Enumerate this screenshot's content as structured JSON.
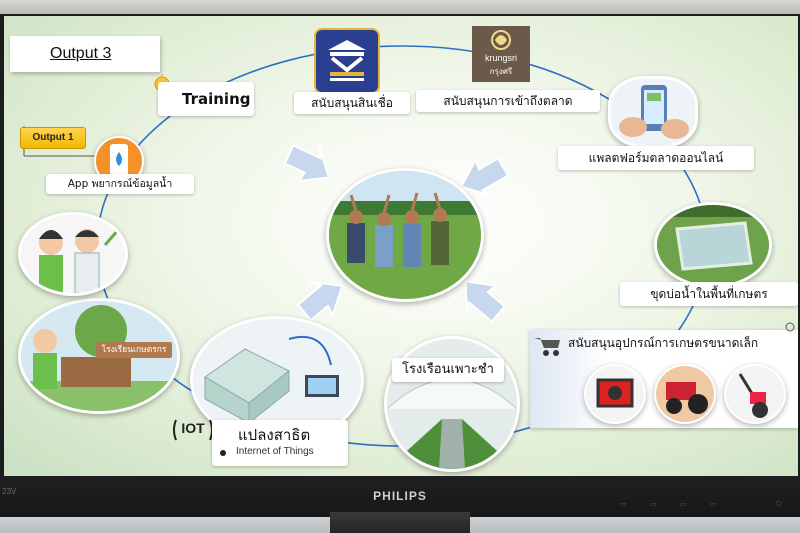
{
  "slide": {
    "title": "Output 3",
    "output1_label": "Output 1",
    "training_label": "Training",
    "credit_label": "สนับสนุนสินเชื่อ",
    "market_label": "สนับสนุนการเข้าถึงตลาด",
    "platform_label": "แพลตฟอร์มตลาดออนไลน์",
    "pond_label": "ขุดบ่อน้ำในพื้นที่เกษตร",
    "equipment_label": "สนับสนุนอุปกรณ์การเกษตรขนาดเล็ก",
    "greenhouse_label": "โรงเรือนเพาะชำ",
    "iot_plot_label": "แปลงสาธิต",
    "iot_sub_label": "Internet of Things",
    "iot_icon_text": "IOT",
    "app_label": "App พยากรณ์ข้อมูลน้ำ",
    "school_sign": "โรงเรียนเกษตรกร",
    "krungsri_name": "krungsri",
    "krungsri_thai": "กรุงศรี"
  },
  "monitor": {
    "brand": "PHILIPS",
    "model": "23V"
  },
  "colors": {
    "ring": "#2f6fc4",
    "arrow": "#b9cde8",
    "screen_bg": "#e8f3de",
    "output1": "#f2b705",
    "baac_blue": "#2a3f8f",
    "baac_gold": "#e7b53c",
    "krungsri": "#6b5a4a"
  }
}
